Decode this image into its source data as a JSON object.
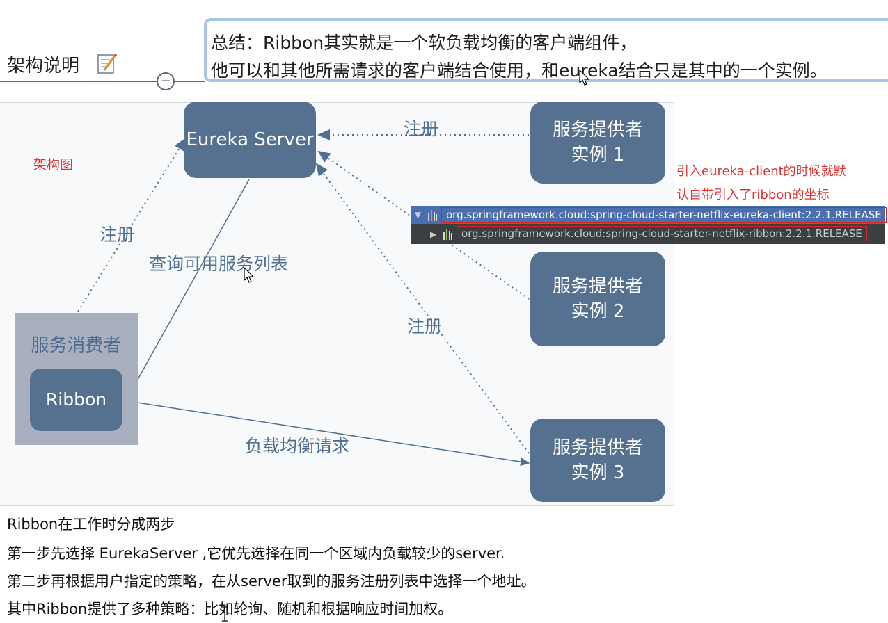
{
  "topic": {
    "title": "架构说明"
  },
  "collapse_symbol": "−",
  "summary": {
    "line1": "总结：Ribbon其实就是一个软负载均衡的客户端组件，",
    "line2": "他可以和其他所需请求的客户端结合使用，和eureka结合只是其中的一个实例。"
  },
  "diagram": {
    "label": "架构图",
    "eureka_server": "Eureka Server",
    "providers": [
      {
        "line1": "服务提供者",
        "line2": "实例 1"
      },
      {
        "line1": "服务提供者",
        "line2": "实例 2"
      },
      {
        "line1": "服务提供者",
        "line2": "实例 3"
      }
    ],
    "consumer": {
      "label": "服务消费者",
      "ribbon": "Ribbon"
    },
    "edges": {
      "register_top": "注册",
      "register_left": "注册",
      "register_mid": "注册",
      "query": "查询可用服务列表",
      "load_balance": "负载均衡请求"
    }
  },
  "notes": {
    "line1": "引入eureka-client的时候就默",
    "line2": "认自带引入了ribbon的坐标"
  },
  "dependencies": [
    "org.springframework.cloud:spring-cloud-starter-netflix-eureka-client:2.2.1.RELEASE",
    "org.springframework.cloud:spring-cloud-starter-netflix-ribbon:2.2.1.RELEASE"
  ],
  "body_text": [
    "Ribbon在工作时分成两步",
    "第一步先选择 EurekaServer ,它优先选择在同一个区域内负载较少的server.",
    "第二步再根据用户指定的策略，在从server取到的服务注册列表中选择一个地址。",
    "其中Ribbon提供了多种策略：比如轮询、随机和根据响应时间加权。"
  ],
  "colors": {
    "node": "#56708f",
    "consumer_box": "#a8b0c0",
    "accent_red": "#dd3333",
    "summary_border": "#a8c4e8",
    "ide_bg": "#3c3f41",
    "ide_selected": "#4b6eaf"
  }
}
